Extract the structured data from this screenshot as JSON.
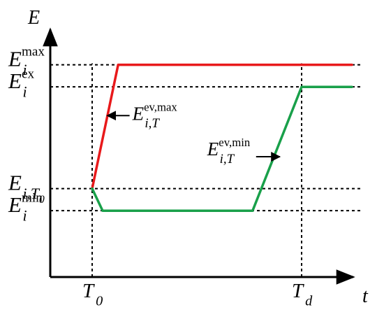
{
  "chart_data": {
    "type": "line",
    "axis_labels": {
      "y": "E",
      "x": "t"
    },
    "levels": [
      {
        "base": "E",
        "sub": "i",
        "sup": "max",
        "value": 4
      },
      {
        "base": "E",
        "sub": "i",
        "sup": "ex",
        "value": 3.5
      },
      {
        "base": "E",
        "sub": "i,T",
        "subsub": "0",
        "value": 1.2
      },
      {
        "base": "E",
        "sub": "i",
        "sup": "min",
        "value": 0.7
      }
    ],
    "time_marks": [
      {
        "base": "T",
        "sub": "0",
        "value": 1
      },
      {
        "base": "T",
        "sub": "d",
        "value": 6
      }
    ],
    "xlim": [
      0,
      7.8
    ],
    "ylim": [
      -0.8,
      4.8
    ],
    "series": [
      {
        "color": "#e8191b",
        "x": [
          1,
          1.62,
          7.2
        ],
        "y": [
          1.2,
          4,
          4
        ]
      },
      {
        "color": "#19a04a",
        "x": [
          1,
          1.25,
          4.83,
          6,
          7.2
        ],
        "y": [
          1.2,
          0.7,
          0.7,
          3.5,
          3.5
        ]
      }
    ],
    "annotations": [
      {
        "base": "E",
        "sub": "i,T",
        "sup": "ev,max",
        "arrow": "left",
        "tip": [
          1.36,
          2.85
        ]
      },
      {
        "base": "E",
        "sub": "i,T",
        "sup": "ev,min",
        "arrow": "right",
        "tip": [
          5.48,
          1.92
        ]
      }
    ]
  }
}
